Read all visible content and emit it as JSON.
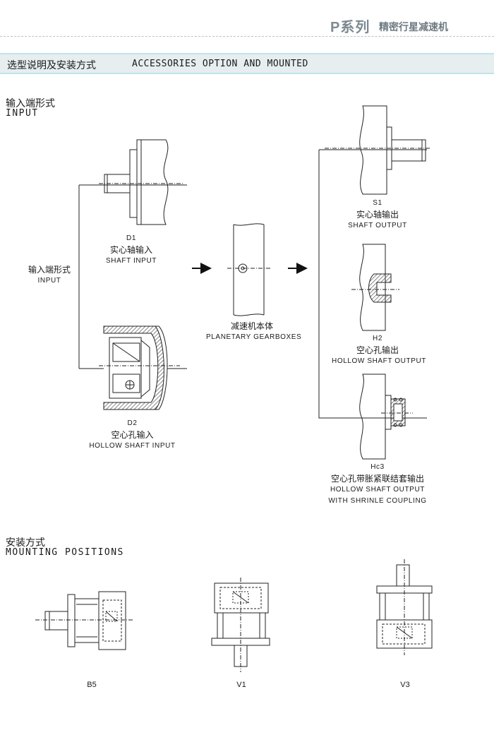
{
  "header": {
    "series": "P系列",
    "subtitle": "精密行星减速机"
  },
  "band": {
    "title_cn": "选型说明及安装方式",
    "title_en": "ACCESSORIES OPTION AND MOUNTED"
  },
  "input_section": {
    "title_cn": "输入端形式",
    "title_en": "INPUT"
  },
  "side_label": {
    "cn": "输入端形式",
    "en": "INPUT"
  },
  "d1": {
    "code": "D1",
    "cn": "实心轴输入",
    "en": "SHAFT INPUT"
  },
  "d2": {
    "code": "D2",
    "cn": "空心孔输入",
    "en": "HOLLOW SHAFT INPUT"
  },
  "body": {
    "cn": "减速机本体",
    "en": "PLANETARY GEARBOXES"
  },
  "s1": {
    "code": "S1",
    "cn": "实心轴输出",
    "en": "SHAFT OUTPUT"
  },
  "h2": {
    "code": "H2",
    "cn": "空心孔输出",
    "en": "HOLLOW SHAFT OUTPUT"
  },
  "hc3": {
    "code": "Hc3",
    "cn": "空心孔带胀紧联结套输出",
    "en1": "HOLLOW SHAFT OUTPUT",
    "en2": "WITH SHRINLE COUPLING"
  },
  "mounting_section": {
    "title_cn": "安装方式",
    "title_en": "MOUNTING POSITIONS"
  },
  "mounting": [
    {
      "label": "B5"
    },
    {
      "label": "V1"
    },
    {
      "label": "V3"
    }
  ],
  "colors": {
    "header_text": "#7d8a93",
    "band_bg": "#e6eef0",
    "band_border": "#bfe3ec",
    "line": "#222222",
    "hatch": "#555555"
  }
}
